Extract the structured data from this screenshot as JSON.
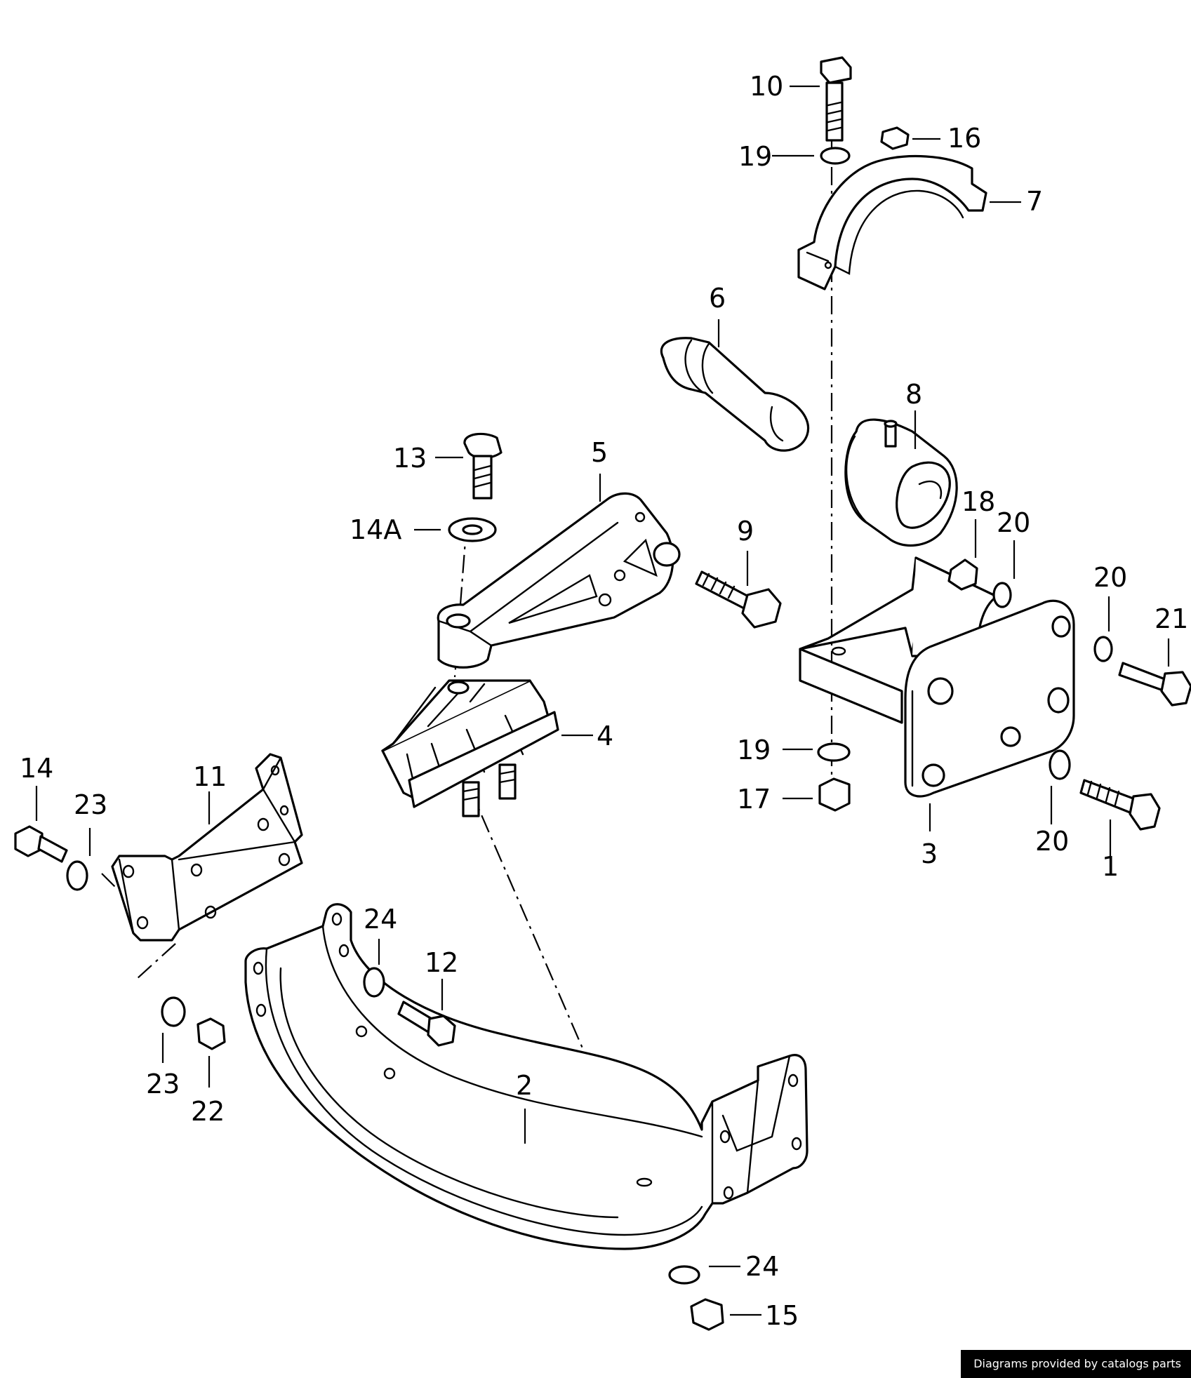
{
  "callouts": [
    "1",
    "2",
    "3",
    "4",
    "5",
    "6",
    "7",
    "8",
    "9",
    "10",
    "11",
    "12",
    "13",
    "14",
    "14A",
    "15",
    "16",
    "17",
    "18",
    "19",
    "19",
    "20",
    "20",
    "20",
    "21",
    "22",
    "23",
    "23",
    "24",
    "24"
  ],
  "footer": {
    "credit": "Diagrams provided by catalogs parts"
  }
}
